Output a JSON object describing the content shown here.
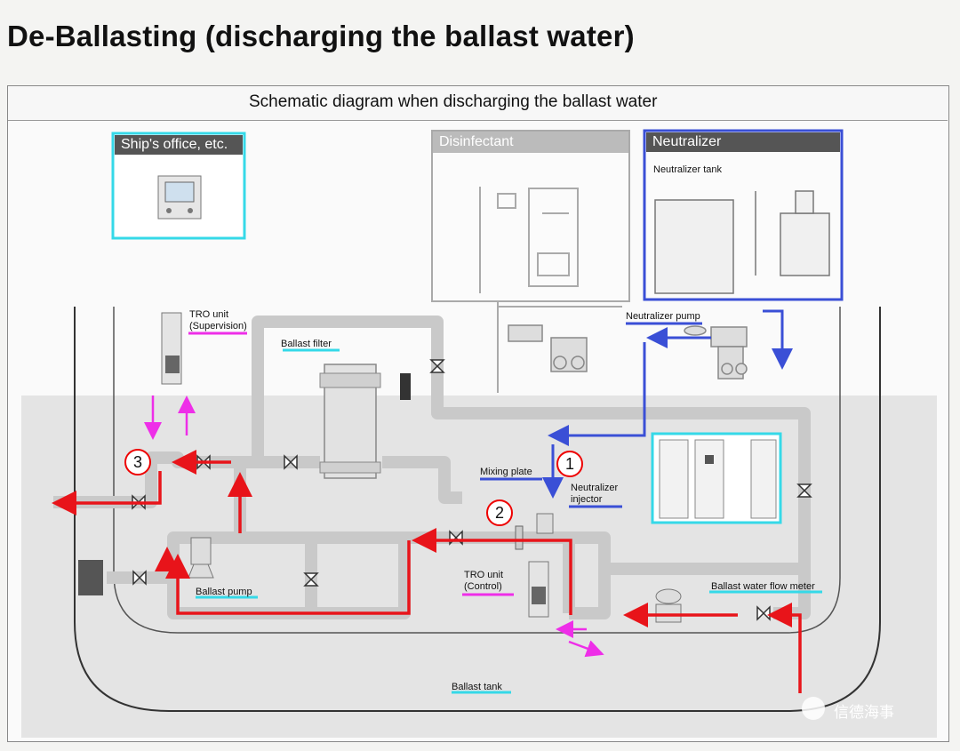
{
  "page_title": "De-Ballasting (discharging the ballast water)",
  "diagram_title": "Schematic diagram when discharging the ballast water",
  "boxes": {
    "ships_office": "Ship's office, etc.",
    "disinfectant": "Disinfectant",
    "neutralizer": "Neutralizer",
    "neutralizer_tank": "Neutralizer tank"
  },
  "labels": {
    "tro_unit_supervision": "TRO unit\n(Supervision)",
    "ballast_filter": "Ballast filter",
    "neutralizer_pump": "Neutralizer pump",
    "mixing_plate": "Mixing plate",
    "neutralizer_injector": "Neutralizer\ninjector",
    "tro_unit_control": "TRO unit\n(Control)",
    "ballast_pump": "Ballast pump",
    "ballast_water_flow_meter": "Ballast water flow meter",
    "ballast_tank": "Ballast tank"
  },
  "step_numbers": [
    "1",
    "2",
    "3"
  ],
  "watermark": "信德海事",
  "colors": {
    "flow_red": "#e8141a",
    "neutralizer_blue": "#3a4fd6",
    "tro_magenta": "#ee2ee8",
    "office_cyan": "#35d9e8",
    "pipe_gray": "#c9c9c9"
  }
}
